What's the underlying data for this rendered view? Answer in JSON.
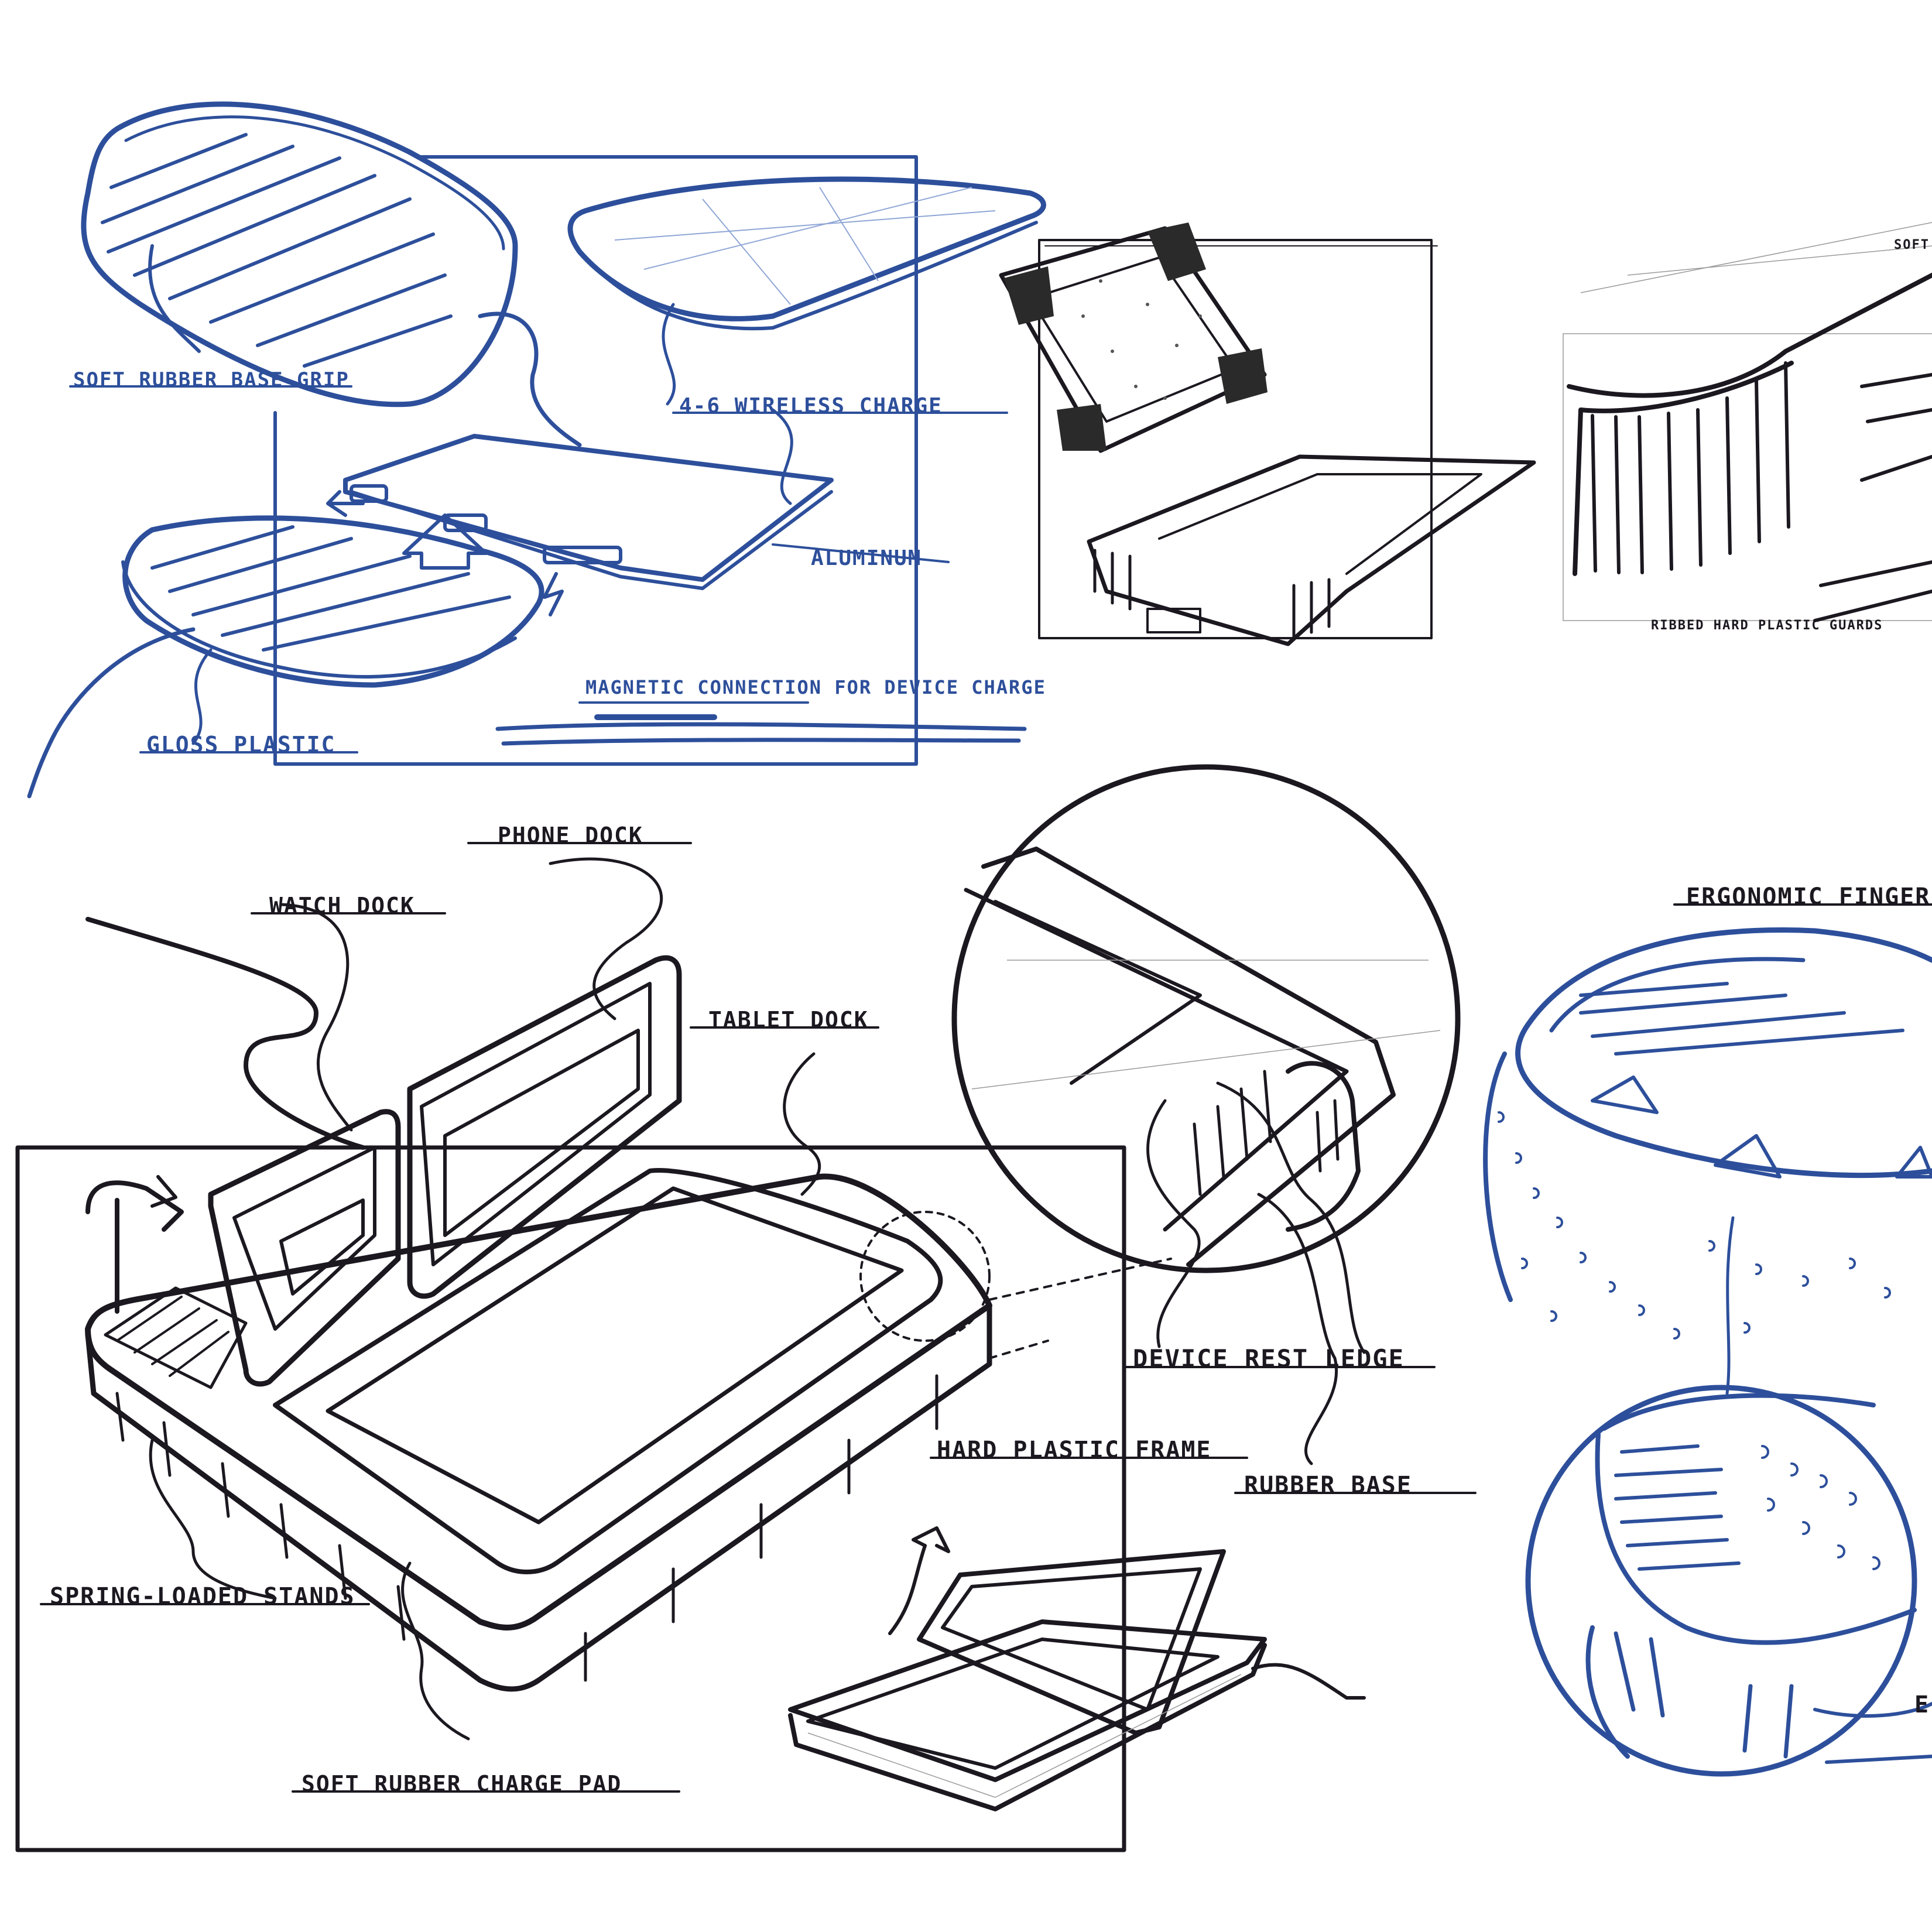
{
  "colors": {
    "blue_ink": "#2d4f9b",
    "black_ink": "#1c1820",
    "paper": "#ffffff"
  },
  "labels": {
    "soft_rubber_base_grip": "SOFT RUBBER BASE GRIP",
    "wireless_charge": "4-6 WIRELESS CHARGE",
    "aluminum": "ALUMINUM",
    "magnetic_connection": "MAGNETIC CONNECTION FOR DEVICE CHARGE",
    "gloss_plastic": "GLOSS PLASTIC",
    "soft_cut": "SOFT",
    "ribbed_guards": "RIBBED HARD PLASTIC GUARDS",
    "phone_dock": "PHONE DOCK",
    "watch_dock": "WATCH DOCK",
    "tablet_dock": "TABLET DOCK",
    "device_rest_ledge": "DEVICE REST LEDGE",
    "hard_plastic_frame": "HARD PLASTIC FRAME",
    "rubber_base": "RUBBER BASE",
    "spring_loaded_stands": "SPRING-LOADED STANDS",
    "soft_rubber_charge_pad": "SOFT RUBBER CHARGE PAD",
    "ergonomic_finger": "ERGONOMIC FINGER",
    "edge_cut": "E"
  }
}
